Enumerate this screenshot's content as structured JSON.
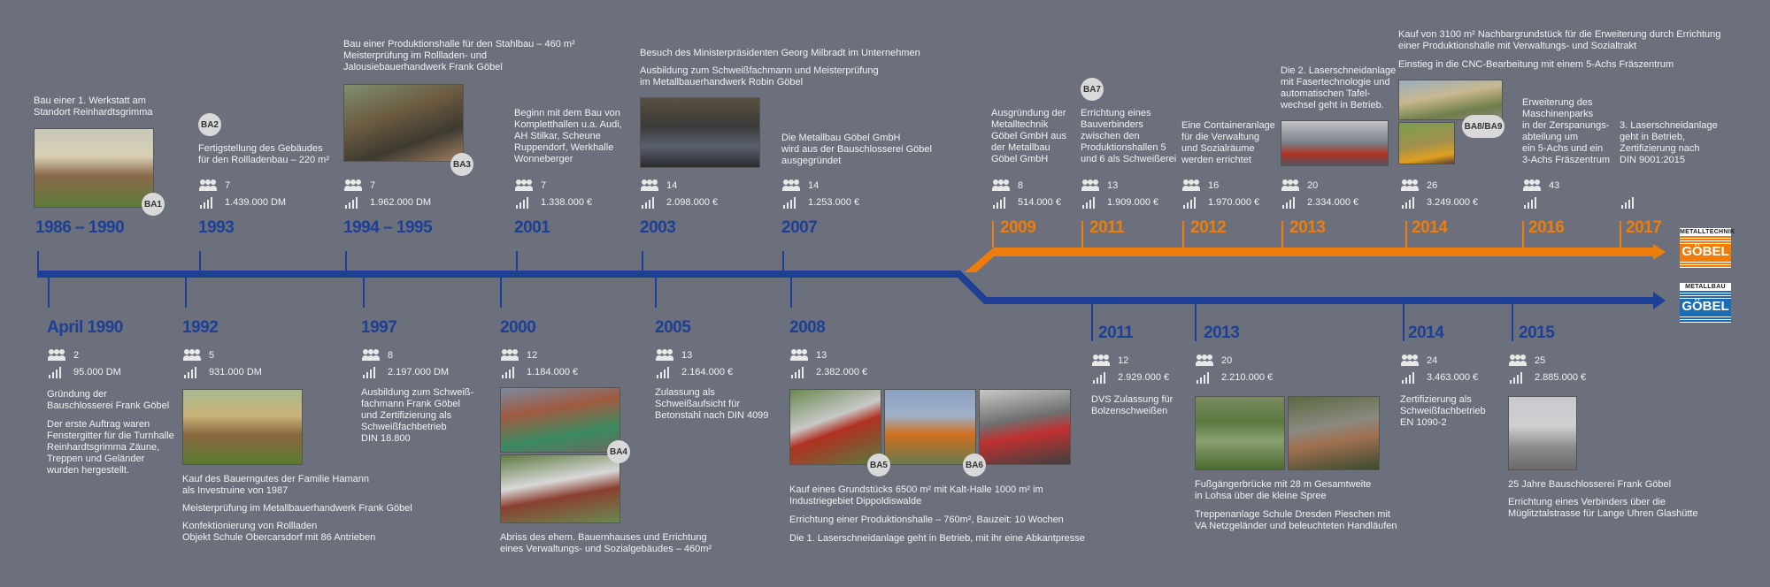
{
  "top_entries": [
    {
      "year": "1986 – 1990",
      "text": "Bau einer 1. Werkstatt am\nStandort Reinhardtsgrimma",
      "badge": "BA1"
    },
    {
      "year": "1993",
      "badge": "BA2",
      "text": "Fertigstellung des Gebäudes\nfür den Rollladenbau – 220 m²",
      "people": "7",
      "money": "1.439.000 DM"
    },
    {
      "year": "1994 – 1995",
      "text": "Bau einer Produktionshalle für den Stahlbau – 460 m²\nMeisterprüfung im Rollladen- und\nJalousiebauerhandwerk Frank Göbel",
      "badge": "BA3",
      "people": "7",
      "money": "1.962.000 DM"
    },
    {
      "year": "2001",
      "text": "Beginn mit dem Bau von\nKompletthallen u.a. Audi,\nAH Stilkar, Scheune\nRuppendorf, Werkhalle\nWonneberger",
      "people": "7",
      "money": "1.338.000 €"
    },
    {
      "year": "2003",
      "text1": "Besuch des Ministerpräsidenten Georg Milbradt im Unternehmen",
      "text2": "Ausbildung zum Schweißfachmann und Meisterprüfung\nim Metallbauerhandwerk Robin Göbel",
      "people": "14",
      "money": "2.098.000 €"
    },
    {
      "year": "2007",
      "text": "Die Metallbau Göbel GmbH\nwird aus der Bauschlosserei Göbel\nausgegründet",
      "people": "14",
      "money": "1.253.000 €"
    }
  ],
  "orange_entries": [
    {
      "year": "2009",
      "text": "Ausgründung der\nMetalltechnik\nGöbel GmbH aus\nder Metallbau\nGöbel GmbH",
      "people": "8",
      "money": "514.000 €"
    },
    {
      "year": "2011",
      "badge": "BA7",
      "text": "Errichtung eines\nBauverbinders\nzwischen den\nProduktionshallen 5\nund 6 als Schweißerei",
      "people": "13",
      "money": "1.909.000 €"
    },
    {
      "year": "2012",
      "text": "Eine Containeranlage\nfür die Verwaltung\nund Sozialräume\nwerden errichtet",
      "people": "16",
      "money": "1.970.000 €"
    },
    {
      "year": "2013",
      "text": "Die 2. Laserschneidanlage\nmit Fasertechnologie und\nautomatischen Tafel-\nwechsel geht in Betrieb.",
      "people": "20",
      "money": "2.334.000 €"
    },
    {
      "year": "2014",
      "text1": "Kauf von 3100 m² Nachbargrundstück für die Erweiterung durch Errichtung\neiner Produktionshalle mit Verwaltungs- und Sozialtrakt",
      "text2": "Einstieg in die CNC-Bearbeitung mit einem 5-Achs Fräszentrum",
      "badge": "BA8/BA9",
      "people": "26",
      "money": "3.249.000 €"
    },
    {
      "year": "2016",
      "text": "Erweiterung des\nMaschinenparks\nin der Zerspanungs-\nabteilung um\nein 5-Achs und ein\n3-Achs Fräszentrum",
      "people": "43"
    },
    {
      "year": "2017",
      "text": "3. Laserschneidanlage\ngeht in Betrieb,\nZertifizierung nach\nDIN 9001:2015"
    }
  ],
  "bottom_entries": [
    {
      "year": "April 1990",
      "people": "2",
      "money": "95.000 DM",
      "text1": "Gründung der\nBauschlosserei Frank Göbel",
      "text2": "Der erste Auftrag waren\nFenstergitter für die Turnhalle\nReinhardtsgrimma Zäune,\nTreppen und Geländer\nwurden hergestellt."
    },
    {
      "year": "1992",
      "people": "5",
      "money": "931.000 DM",
      "text1": "Kauf des Bauerngutes der Familie Hamann\nals Investruine von 1987",
      "text2": "Meisterprüfung im Metallbauerhandwerk Frank Göbel",
      "text3": "Konfektionierung von Rollladen\nObjekt Schule Obercarsdorf mit 86 Antrieben"
    },
    {
      "year": "1997",
      "people": "8",
      "money": "2.197.000 DM",
      "text": "Ausbildung zum Schweiß-\nfachmann Frank Göbel\nund Zertifizierung als\nSchweißfachbetrieb\nDIN 18.800"
    },
    {
      "year": "2000",
      "people": "12",
      "money": "1.184.000 €",
      "badge": "BA4",
      "text": "Abriss des ehem. Bauernhauses und Errichtung\neines Verwaltungs- und Sozialgebäudes – 460m²"
    },
    {
      "year": "2005",
      "people": "13",
      "money": "2.164.000 €",
      "text": "Zulassung als\nSchweißaufsicht für\nBetonstahl nach DIN 4099"
    },
    {
      "year": "2008",
      "people": "13",
      "money": "2.382.000 €",
      "badge1": "BA5",
      "badge2": "BA6",
      "text1": "Kauf eines Grundstücks 6500 m² mit Kalt-Halle 1000 m² im\nIndustriegebiet Dippoldiswalde",
      "text2": "Errichtung einer Produktionshalle – 760m², Bauzeit: 10 Wochen",
      "text3": "Die 1. Laserschneidanlage geht in Betrieb, mit ihr eine Abkantpresse"
    },
    {
      "year": "2011",
      "people": "12",
      "money": "2.929.000 €",
      "text": "DVS Zulassung für\nBolzenschweißen"
    },
    {
      "year": "2013",
      "people": "20",
      "money": "2.210.000 €",
      "text1": "Fußgängerbrücke mit 28 m Gesamtweite\nin Lohsa über die kleine Spree",
      "text2": "Treppenanlage Schule Dresden Pieschen mit\nVA Netzgeländer und beleuchteten Handläufen"
    },
    {
      "year": "2014",
      "people": "24",
      "money": "3.463.000 €",
      "text": "Zertifizierung als\nSchweißfachbetrieb\nEN 1090-2"
    },
    {
      "year": "2015",
      "people": "25",
      "money": "2.885.000 €",
      "text1": "25 Jahre Bauschlosserei Frank Göbel",
      "text2": "Errichtung eines Verbinders über die\nMüglitztalstrasse für Lange Uhren Glashütte"
    }
  ],
  "logos": {
    "top_caption": "METALLTECHNIK",
    "top_name": "GÖBEL",
    "bottom_caption": "METALLBAU",
    "bottom_name": "GÖBEL"
  },
  "colors": {
    "background": "#6b707c",
    "blue": "#1d3f95",
    "orange": "#ef7d0b"
  }
}
